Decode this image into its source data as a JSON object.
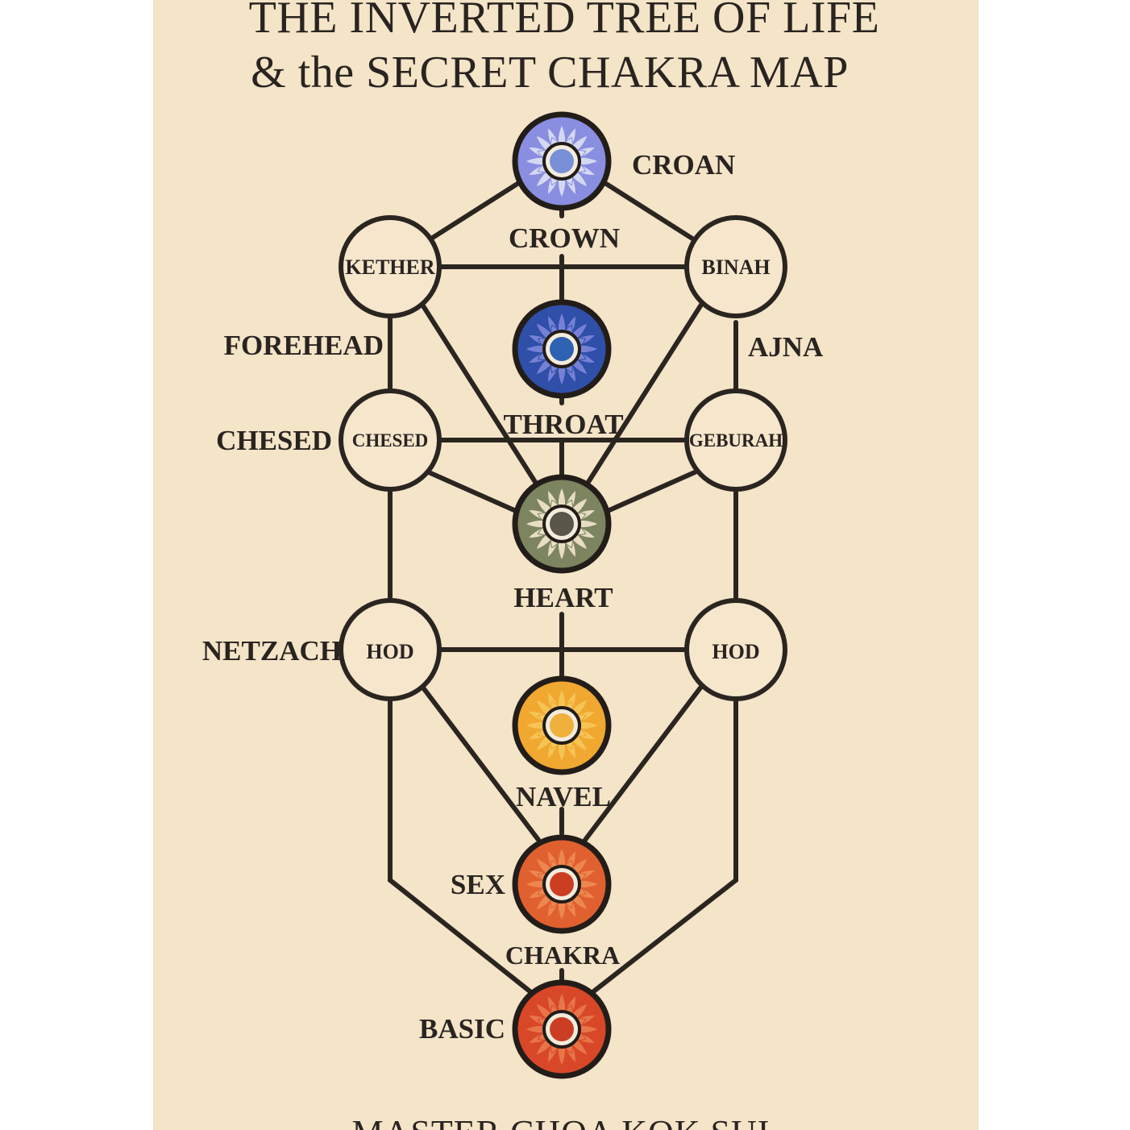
{
  "poster": {
    "title_line1": "THE INVERTED TREE OF LIFE",
    "title_line2": "& the SECRET CHAKRA MAP",
    "author": "MASTER CHOA KOK SUI",
    "background_color": "#f4e4c8"
  },
  "sephiroth": {
    "kether": "KETHER",
    "binah": "BINAH",
    "chesed": "CHESED",
    "geburah": "GEBURAH",
    "hod_left": "HOD",
    "hod_right": "HOD"
  },
  "side_labels": {
    "forehead": "FOREHEAD",
    "ajna": "AJNA",
    "chesed": "CHESED",
    "netzach": "NETZACH"
  },
  "chakras": [
    {
      "key": "croan",
      "label": "CROAN",
      "color": "#8a8ee0",
      "petal_color": "#d8dcf2",
      "center_color": "#7890d8",
      "icon": "lotus-icon"
    },
    {
      "key": "crown",
      "label": "CROWN",
      "color": "#2f4fa8",
      "petal_color": "#7a84d8",
      "center_color": "#2e62b2",
      "icon": "lotus-icon"
    },
    {
      "key": "throat",
      "label": "THROAT"
    },
    {
      "key": "heart",
      "label": "HEART",
      "color": "#7c8460",
      "petal_color": "#ece2c8",
      "center_color": "#5a5648",
      "icon": "lotus-icon"
    },
    {
      "key": "navel",
      "label": "NAVEL",
      "color": "#f0a830",
      "petal_color": "#f6c658",
      "center_color": "#f0b03c",
      "icon": "lotus-icon"
    },
    {
      "key": "sex",
      "label": "SEX",
      "color": "#e06030",
      "petal_color": "#ee8a52",
      "center_color": "#cc3e22",
      "icon": "lotus-icon"
    },
    {
      "key": "chakra",
      "label": "CHAKRA"
    },
    {
      "key": "basic",
      "label": "BASIC",
      "color": "#d84828",
      "petal_color": "#e8784a",
      "center_color": "#cc3e24",
      "icon": "lotus-icon"
    }
  ]
}
